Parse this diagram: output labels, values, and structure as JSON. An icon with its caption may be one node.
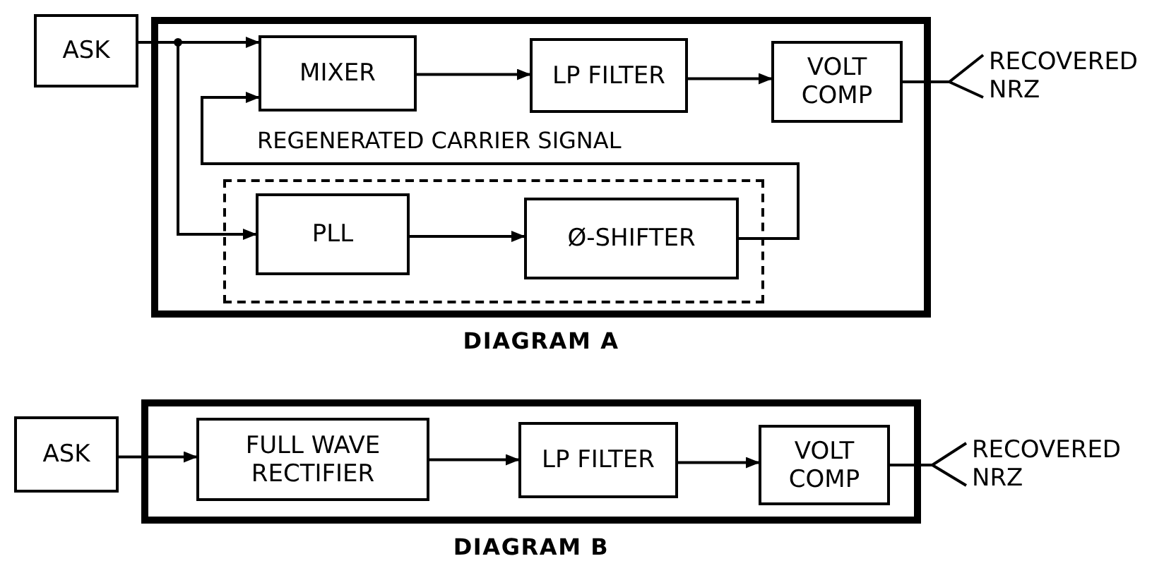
{
  "diagram": {
    "nodes": [
      {
        "text": [
          "DIAGRAM A"
        ]
      },
      {
        "text": [
          "ASK"
        ]
      },
      {
        "text": [
          "MIXER"
        ],
        "in": 0
      },
      {
        "text": [
          "LP FILTER"
        ],
        "in": 0
      },
      {
        "text": [
          "VOLT COMP"
        ],
        "in": 0
      },
      {
        "text": [],
        "shape": "box",
        "in": 0
      },
      {
        "text": [
          "PLL"
        ],
        "in": 5
      },
      {
        "text": [
          "Ø-SHIFTER"
        ],
        "in": 5
      },
      {
        "text": [
          "RECOVERED NRZ"
        ]
      },
      {
        "text": [
          "DIAGRAM B"
        ]
      },
      {
        "text": [
          "ASK"
        ]
      },
      {
        "text": [
          "FULL WAVE RECTIFIER"
        ],
        "in": 9
      },
      {
        "text": [
          "LP FILTER"
        ],
        "in": 9
      },
      {
        "text": [
          "VOLT COMP"
        ],
        "in": 9
      },
      {
        "text": [
          "RECOVERED NRZ"
        ]
      }
    ],
    "edges": [
      {
        "from": 1,
        "to": 2,
        "arrow": "to"
      },
      {
        "from": 1,
        "to": 6,
        "arrow": "to"
      },
      {
        "from": 2,
        "to": 3,
        "arrow": "to"
      },
      {
        "from": 3,
        "to": 4,
        "arrow": "to"
      },
      {
        "from": 4,
        "to": 8,
        "arrow": "none"
      },
      {
        "from": 6,
        "to": 7,
        "arrow": "to"
      },
      {
        "from": 7,
        "to": 2,
        "arrow": "to",
        "label": "REGENERATED CARRIER SIGNAL"
      },
      {
        "from": 10,
        "to": 11,
        "arrow": "to"
      },
      {
        "from": 11,
        "to": 12,
        "arrow": "to"
      },
      {
        "from": 12,
        "to": 13,
        "arrow": "to"
      },
      {
        "from": 13,
        "to": 14,
        "arrow": "none"
      }
    ]
  }
}
